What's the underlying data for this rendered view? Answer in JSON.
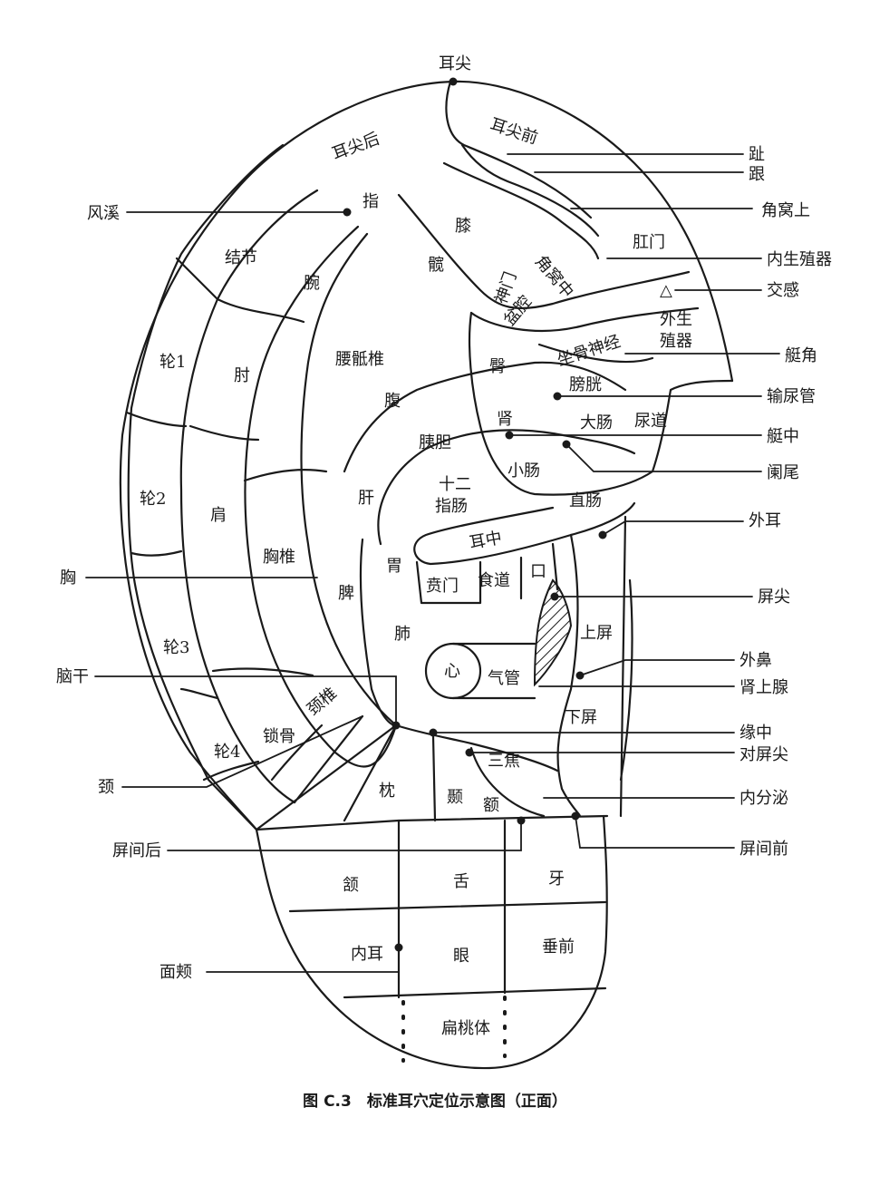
{
  "caption": "图 C.3　标准耳穴定位示意图（正面）",
  "regions": {
    "erjian": "耳尖",
    "erjianhou": "耳尖后",
    "erjianqian": "耳尖前",
    "zhi": "指",
    "jiejie": "结节",
    "wan": "腕",
    "xi": "膝",
    "kuan": "髋",
    "gangmen": "肛门",
    "shenmen": "神门",
    "penqiang": "盆腔",
    "jiaowozhong": "角窝中",
    "waishengzhiqi": "外生殖器",
    "lun1": "轮1",
    "zhou": "肘",
    "yaodizhui": "腰骶椎",
    "zuoguishenjing": "坐骨神经",
    "tun": "臀",
    "pangguang": "膀胱",
    "fu": "腹",
    "shen": "肾",
    "dachang": "大肠",
    "niaodao": "尿道",
    "yidan": "胰胆",
    "xiaochang": "小肠",
    "shierzhichang": "十二指肠",
    "lun2": "轮2",
    "jian": "肩",
    "gan": "肝",
    "zhichang": "直肠",
    "erzhong": "耳中",
    "xiongzhui": "胸椎",
    "wei": "胃",
    "pi": "脾",
    "benmen": "贲门",
    "shidao": "食道",
    "kou": "口",
    "fei": "肺",
    "shangping": "上屏",
    "lun3": "轮3",
    "xin": "心",
    "qiguan": "气管",
    "jingzhui": "颈椎",
    "suogu": "锁骨",
    "lun4": "轮4",
    "xiaping": "下屏",
    "sanjiao": "三焦",
    "zhen": "枕",
    "nie": "颞",
    "e": "额",
    "han": "颔",
    "she": "舌",
    "ya": "牙",
    "neier": "内耳",
    "yan": "眼",
    "chuiqian": "垂前",
    "biantaoti": "扁桃体"
  },
  "callouts": {
    "zhi_toe": "趾",
    "gen": "跟",
    "jiaowoshang": "角窝上",
    "neishengzhiqi": "内生殖器",
    "jiaogan": "交感",
    "tingjiao": "艇角",
    "shuniaoguan": "输尿管",
    "tingzhong": "艇中",
    "lanwei": "阑尾",
    "waier": "外耳",
    "pingjian": "屏尖",
    "waibi": "外鼻",
    "shenshangxian": "肾上腺",
    "yuanzhong": "缘中",
    "duipingjian": "对屏尖",
    "neifenmi": "内分泌",
    "pingjianqian": "屏间前",
    "fengxi": "风溪",
    "xiong": "胸",
    "naogan": "脑干",
    "jing": "颈",
    "pingjianhou": "屏间后",
    "mianjia": "面颊"
  },
  "triangle_symbol": "△"
}
